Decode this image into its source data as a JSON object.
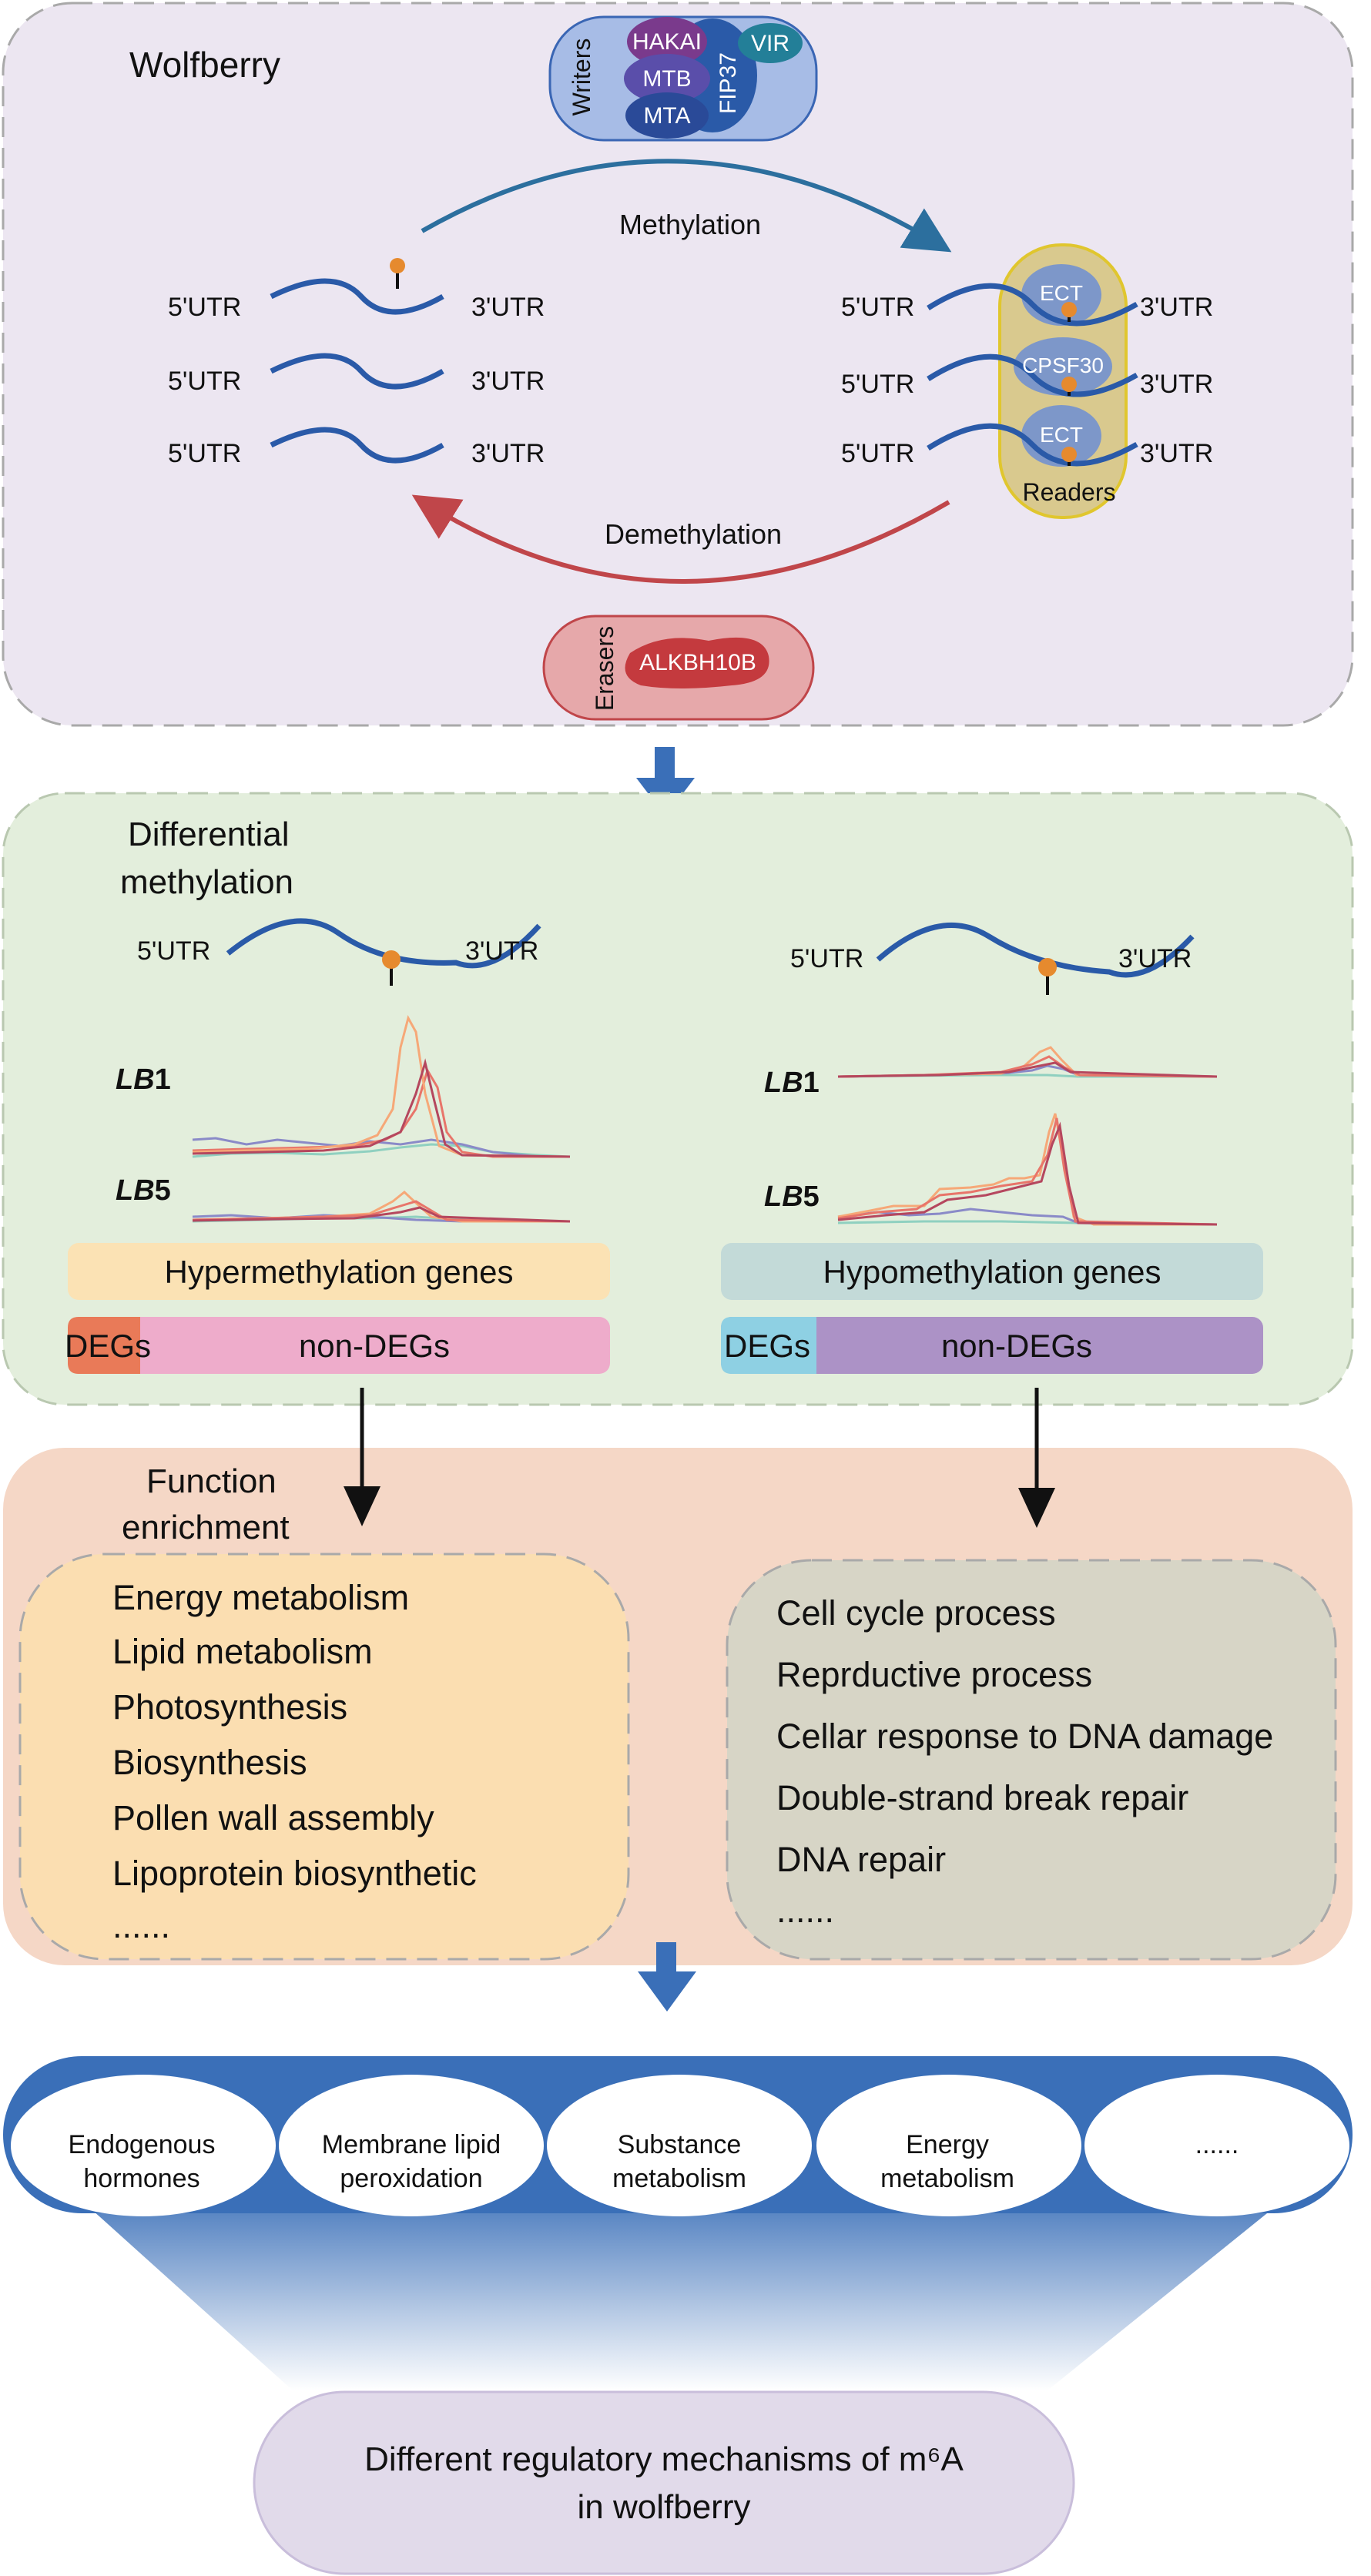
{
  "panel_top": {
    "title": "Wolfberry",
    "writers": {
      "group_label": "Writers",
      "proteins": [
        "HAKAI",
        "MTB",
        "MTA",
        "FIP37",
        "VIR"
      ]
    },
    "methylation_label": "Methylation",
    "demethylation_label": "Demethylation",
    "utr5": "5'UTR",
    "utr3": "3'UTR",
    "readers": {
      "group_label": "Readers",
      "proteins": [
        "ECT",
        "CPSF30",
        "ECT"
      ]
    },
    "erasers": {
      "group_label": "Erasers",
      "protein": "ALKBH10B"
    }
  },
  "panel_diff": {
    "title_line1": "Differential",
    "title_line2": "methylation",
    "utr5": "5'UTR",
    "utr3": "3'UTR",
    "sample1": {
      "italic": "LB",
      "num": "1"
    },
    "sample5": {
      "italic": "LB",
      "num": "5"
    },
    "hyper_label": "Hypermethylation genes",
    "hypo_label": "Hypomethylation genes",
    "degs_label": "DEGs",
    "nondegs_label": "non-DEGs"
  },
  "panel_func": {
    "title_line1": "Function",
    "title_line2": "enrichment",
    "left_items": [
      "Energy metabolism",
      "Lipid metabolism",
      "Photosynthesis",
      "Biosynthesis",
      "Pollen wall assembly",
      "Lipoprotein biosynthetic",
      "......"
    ],
    "right_items": [
      "Cell cycle process",
      "Reprductive process",
      "Cellar response to DNA damage",
      "Double-strand break repair",
      "DNA repair",
      "......"
    ]
  },
  "outcomes": [
    [
      "Endogenous",
      "hormones"
    ],
    [
      "Membrane lipid",
      "peroxidation"
    ],
    [
      "Substance",
      "metabolism"
    ],
    [
      "Energy",
      "metabolism"
    ],
    [
      "......"
    ]
  ],
  "conclusion": {
    "line1": "Different regulatory mechanisms of m⁶A",
    "line2": "in wolfberry"
  },
  "colors": {
    "panel_top_bg": "#ece6f1",
    "panel_diff_bg": "#e3eedc",
    "panel_func_bg": "#f5d7c6",
    "rna_blue": "#2a5aa8",
    "m6a_orange": "#e68a2e",
    "methylation_arrow": "#2c6f9e",
    "demethylation_arrow": "#c0464a",
    "band_blue": "#3a6fb8"
  }
}
